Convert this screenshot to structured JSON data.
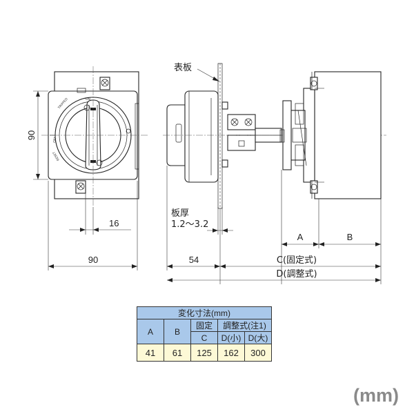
{
  "dimensions": {
    "height_front": "90",
    "width_front": "90",
    "offset_16": "16",
    "depth_54": "54",
    "dim_a": "A",
    "dim_b": "B",
    "dim_c": "C(固定式)",
    "dim_d": "D(調整式)"
  },
  "labels": {
    "panel": "表板",
    "plate_thickness": "板厚",
    "plate_range": "1.2～3.2"
  },
  "dial_marks": {
    "on": "ON",
    "tripped": "TRIPPED",
    "off": "OFF",
    "reset": "RESET"
  },
  "table": {
    "title": "変化寸法(mm)",
    "col_a": "A",
    "col_b": "B",
    "group_fixed": "固定",
    "group_adjustable": "調整式(注1)",
    "col_c": "C",
    "col_d_small": "D(小)",
    "col_d_large": "D(大)",
    "values": {
      "a": "41",
      "b": "61",
      "c": "125",
      "d_small": "162",
      "d_large": "300"
    }
  },
  "unit": "(mm)"
}
